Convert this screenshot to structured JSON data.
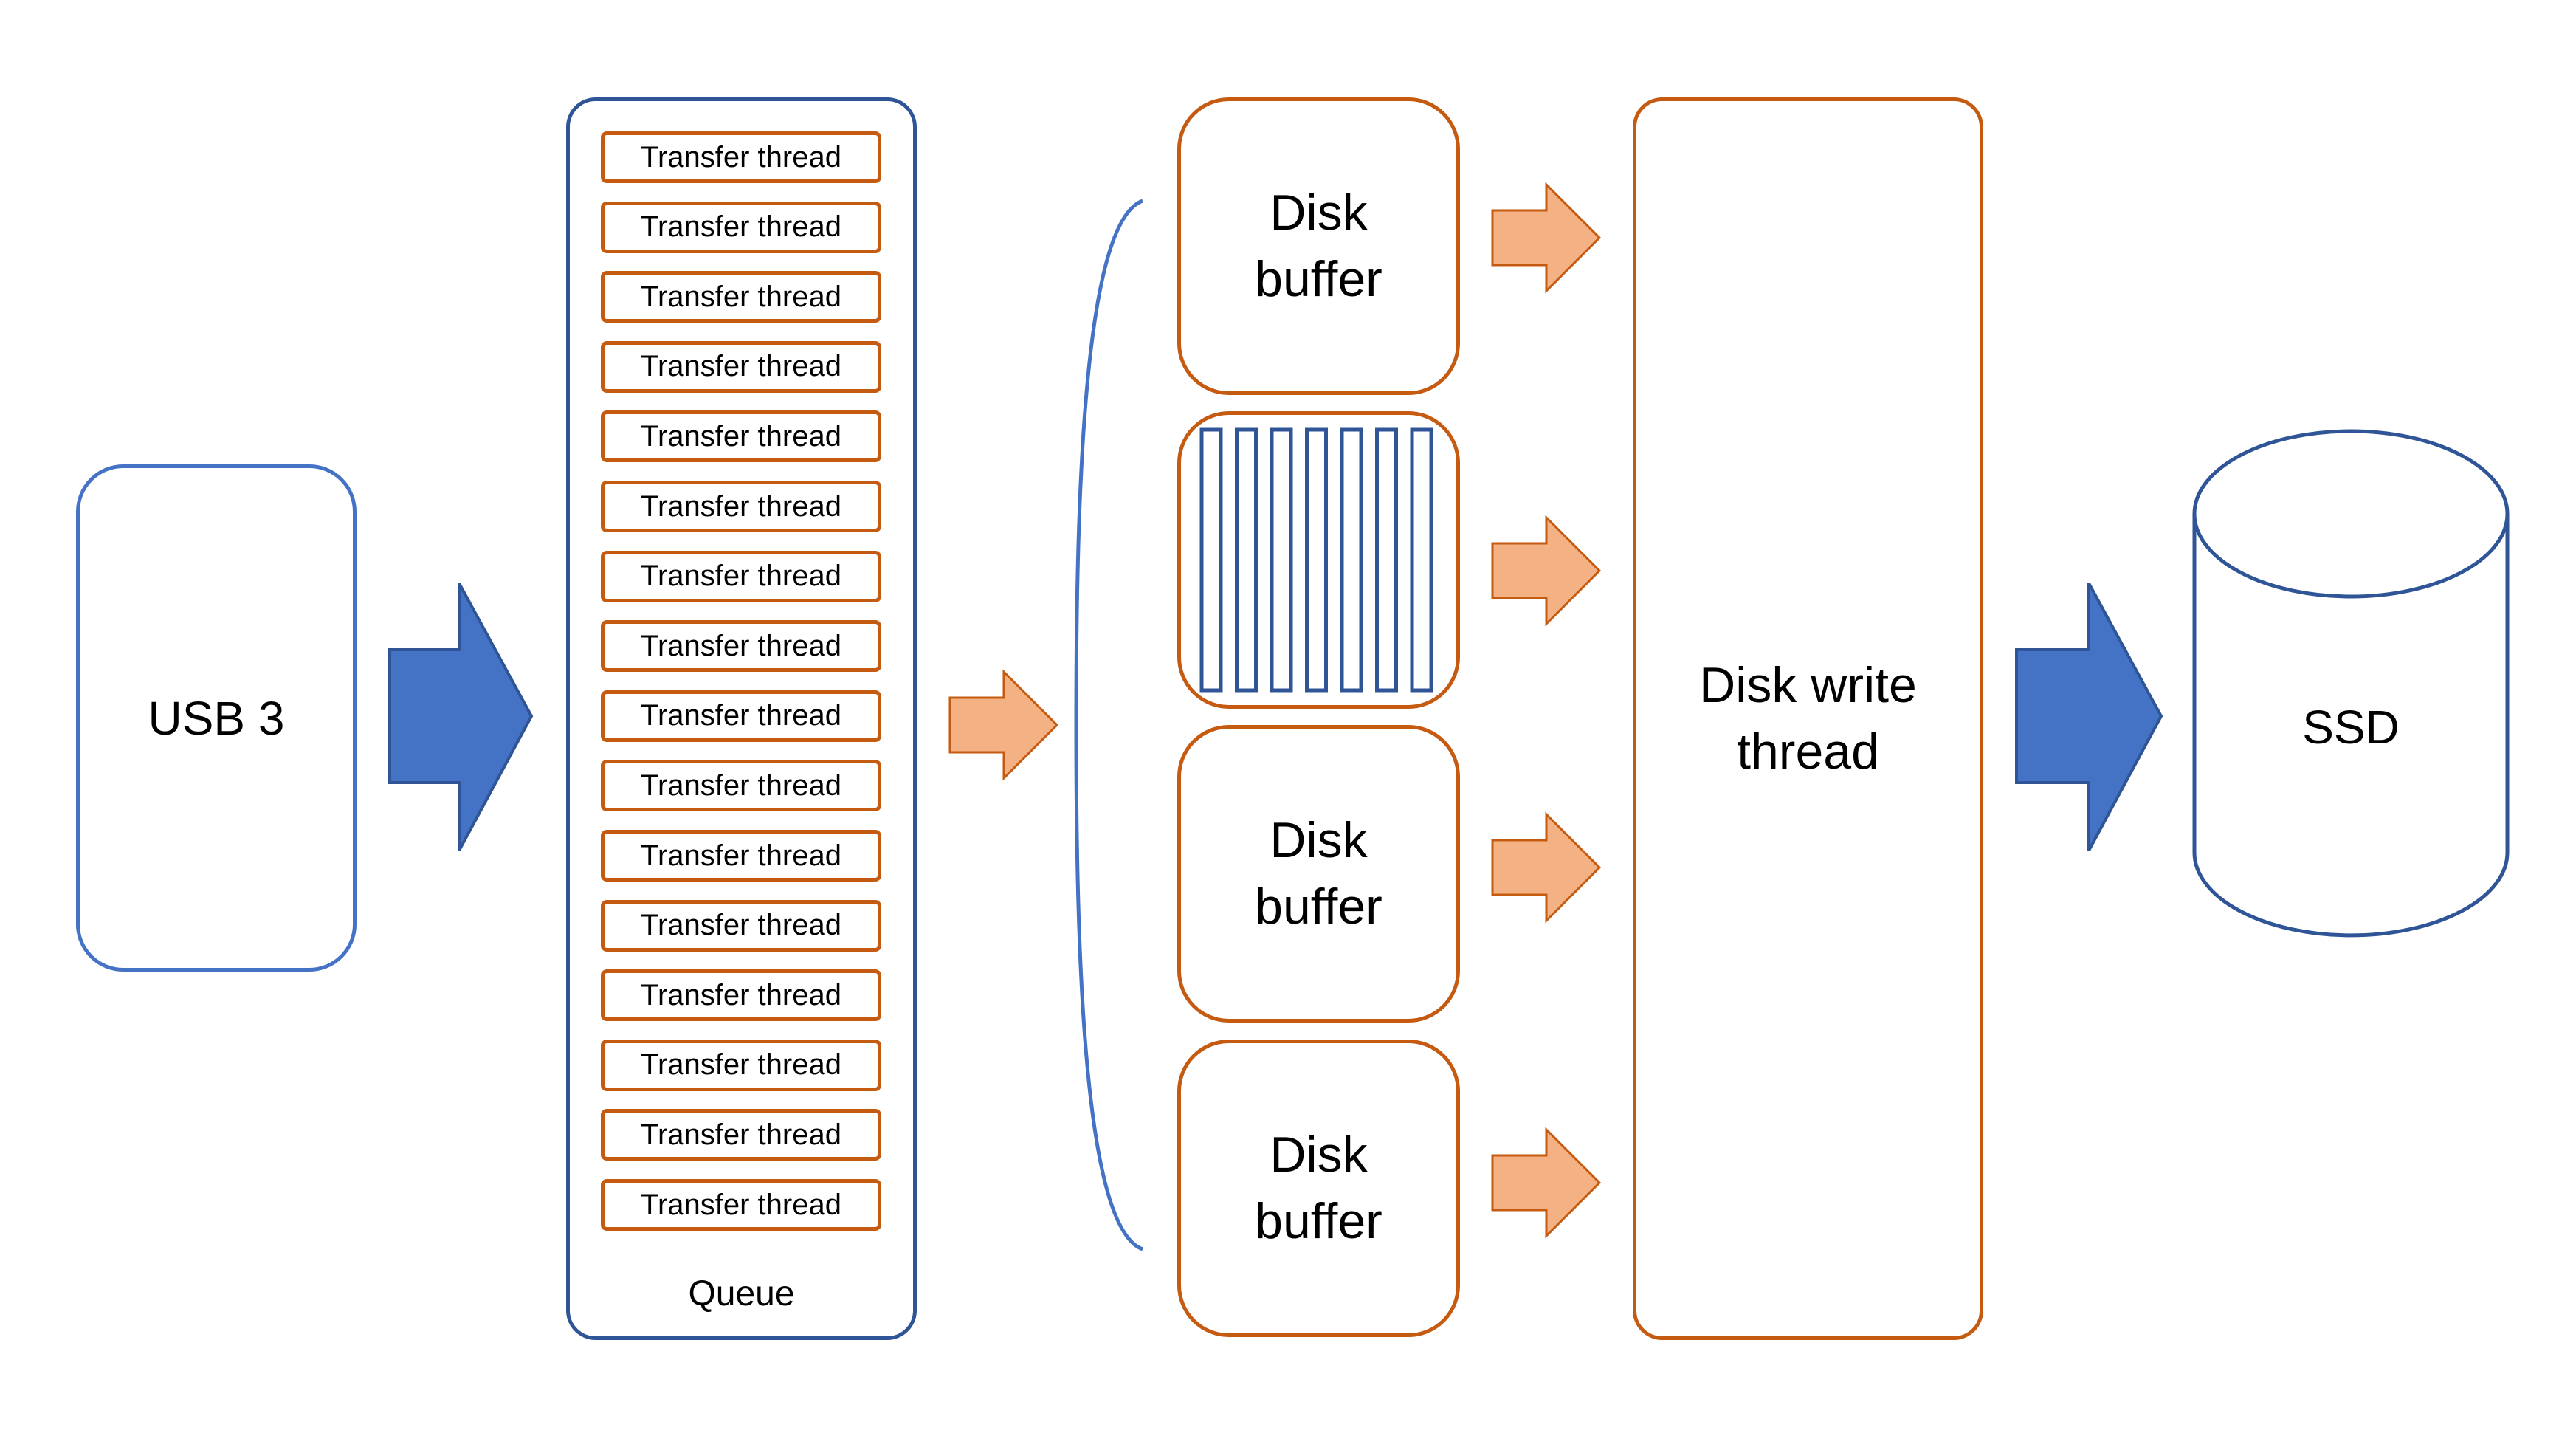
{
  "diagram": {
    "usb_label": "USB 3",
    "queue_label": "Queue",
    "transfer_thread_label": "Transfer thread",
    "transfer_thread_count": 16,
    "buffers": [
      {
        "label": "Disk\nbuffer",
        "state": "empty"
      },
      {
        "label": "",
        "state": "filled"
      },
      {
        "label": "Disk\nbuffer",
        "state": "empty"
      },
      {
        "label": "Disk\nbuffer",
        "state": "empty"
      }
    ],
    "writer_label": "Disk write\nthread",
    "ssd_label": "SSD",
    "colors": {
      "blue_outline": "#4472c4",
      "dark_blue_outline": "#2f5597",
      "orange_outline": "#c55a11",
      "blue_arrow": "#4472c4",
      "orange_arrow": "#f4b183"
    }
  }
}
